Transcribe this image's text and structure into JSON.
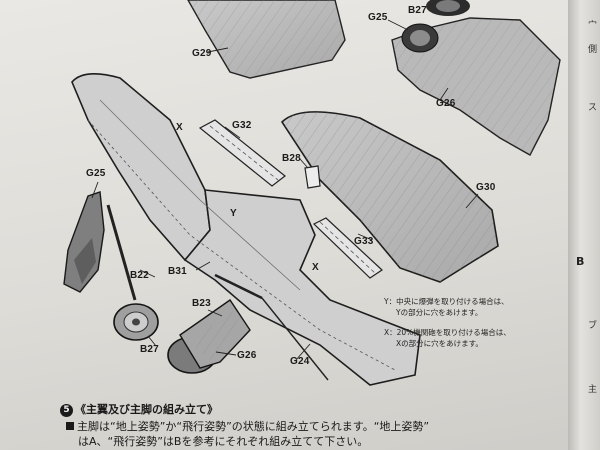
{
  "parts": {
    "g29": "G29",
    "g25_top": "G25",
    "b27_top": "B27",
    "g26_top": "G26",
    "g32": "G32",
    "b28": "B28",
    "g30": "G30",
    "g25": "G25",
    "y_mark": "Y",
    "x_mark1": "X",
    "x_mark2": "X",
    "g33": "G33",
    "b22": "B22",
    "b31": "B31",
    "b23": "B23",
    "b27": "B27",
    "g26": "G26",
    "g24": "G24"
  },
  "notes": {
    "y_note_1": "Y：中央に爆弾を取り付ける場合は、",
    "y_note_2": "Yの部分に穴をあけます。",
    "x_note_1": "X：20%機関砲を取り付ける場合は、",
    "x_note_2": "Xの部分に穴をあけます。"
  },
  "section": {
    "number": "5",
    "title": "《主翼及び主脚の組み立て》"
  },
  "body": {
    "line1": "主脚は“地上姿勢”か“飛行姿勢”の状態に組み立てられます。“地上姿勢”",
    "line2": "はA、“飛行姿勢”はBを参考にそれぞれ組み立てて下さい。"
  },
  "side": {
    "label": "B",
    "frags": [
      "宀",
      "側",
      "ス",
      "ブ",
      "主"
    ]
  }
}
